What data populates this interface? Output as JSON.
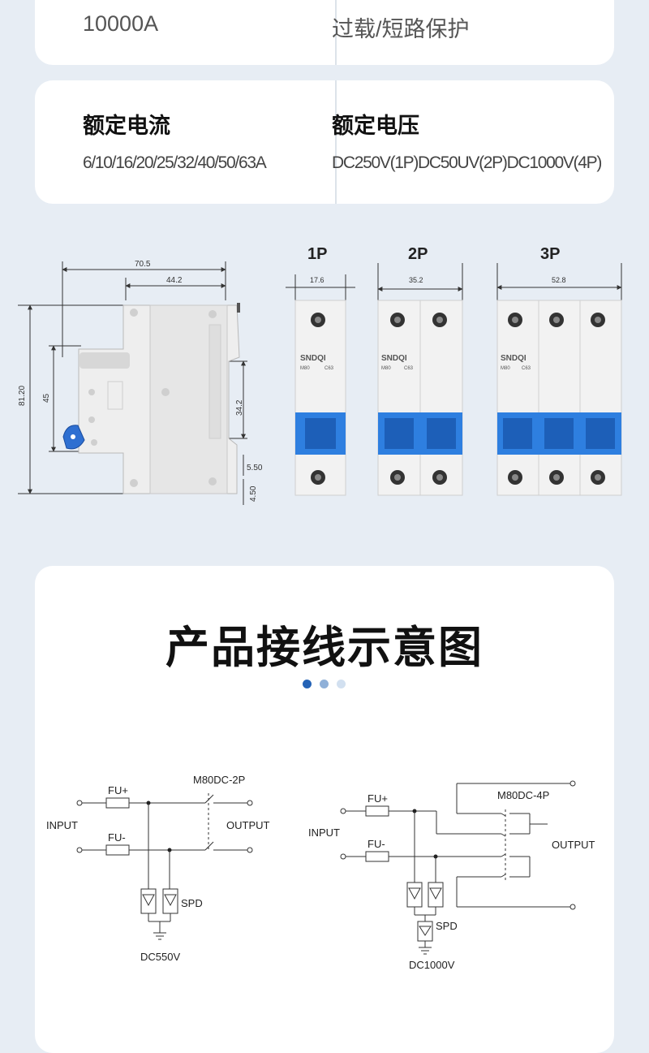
{
  "top_card": {
    "left_value": "10000A",
    "right_value": "过载/短路保护"
  },
  "specs_card": {
    "current_title": "额定电流",
    "current_value": "6/10/16/20/25/32/40/50/63A",
    "voltage_title": "额定电压",
    "voltage_value": "DC250V(1P)DC50UV(2P)DC1000V(4P)"
  },
  "dimensions": {
    "side_view": {
      "width_total": "70.5",
      "width_front": "44.2",
      "height_total": "81.20",
      "height_front": "45",
      "height_rail": "34.2",
      "offset_a": "5.50",
      "offset_b": "4.50"
    },
    "poles": [
      {
        "label": "1P",
        "width": "17.6"
      },
      {
        "label": "2P",
        "width": "35.2"
      },
      {
        "label": "3P",
        "width": "52.8"
      }
    ],
    "brand": "SNDQI",
    "model": "M80",
    "rating": "C63"
  },
  "wiring": {
    "title": "产品接线示意图",
    "dot_colors": [
      "#2563b6",
      "#8fb0d8",
      "#d2e0f0"
    ],
    "diagram_left": {
      "breaker": "M80DC-2P",
      "fuse_pos": "FU+",
      "fuse_neg": "FU-",
      "input": "INPUT",
      "output": "OUTPUT",
      "spd": "SPD",
      "voltage": "DC550V"
    },
    "diagram_right": {
      "breaker": "M80DC-4P",
      "fuse_pos": "FU+",
      "fuse_neg": "FU-",
      "input": "INPUT",
      "output": "OUTPUT",
      "spd": "SPD",
      "voltage": "DC1000V"
    }
  }
}
